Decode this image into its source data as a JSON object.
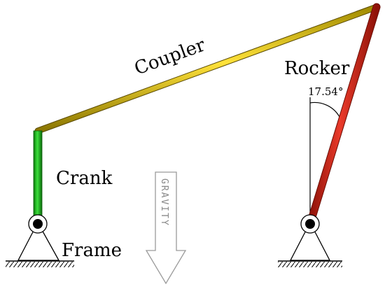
{
  "labels": {
    "coupler": "Coupler",
    "rocker": "Rocker",
    "crank": "Crank",
    "frame": "Frame",
    "angle": "17.54°",
    "gravity": "GRAVITY"
  },
  "colors": {
    "crank": "#1fbf1f",
    "coupler": "#e6c81a",
    "rocker": "#d42a1e",
    "outline": "#111111"
  }
}
